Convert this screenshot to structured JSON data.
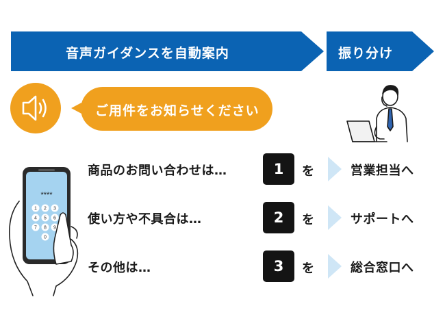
{
  "header": {
    "guidance_label": "音声ガイダンスを自動案内",
    "routing_label": "振り分け",
    "color_blue": "#0b63b3"
  },
  "prompt": {
    "speech_text": "ご用件をお知らせください",
    "color_orange": "#f0a01e",
    "icon": "speaker-icon"
  },
  "phone": {
    "display_text": "****",
    "keypad": [
      "1",
      "2",
      "3",
      "4",
      "5",
      "6",
      "7",
      "8",
      "9",
      "0"
    ]
  },
  "options": [
    {
      "label": "商品のお問い合わせは…",
      "key": "1",
      "particle": "を",
      "destination": "営業担当へ"
    },
    {
      "label": "使い方や不具合は…",
      "key": "2",
      "particle": "を",
      "destination": "サポートへ"
    },
    {
      "label": "その他は…",
      "key": "3",
      "particle": "を",
      "destination": "総合窓口へ"
    }
  ],
  "colors": {
    "chevron_light_blue": "#cfe6f6",
    "key_box": "#141414"
  }
}
